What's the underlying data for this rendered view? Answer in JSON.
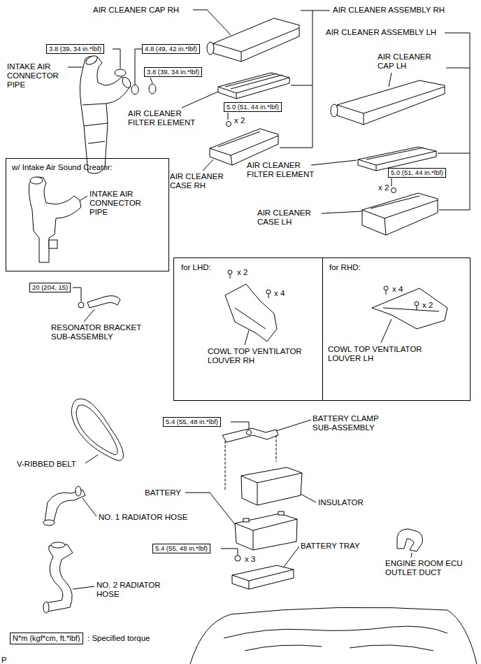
{
  "diagram": {
    "nodes": [
      {
        "text": [
          "3.8 (39, 34 in.*lbf)"
        ]
      },
      {
        "text": [
          "4.8 (49, 42 in.*lbf)"
        ]
      },
      {
        "text": [
          "3.8 (39, 34 in.*lbf)"
        ]
      },
      {
        "text": [
          "5.0 (51, 44 in.*lbf)"
        ]
      },
      {
        "text": [
          "5.0 (51, 44 in.*lbf)"
        ]
      },
      {
        "text": [
          "w/ Intake Air Sound Creator:",
          "INTAKE AIR CONNECTOR PIPE"
        ]
      },
      {
        "text": [
          "20 (204, 15)"
        ]
      },
      {
        "text": [
          "for LHD:",
          "x 2",
          "x 4",
          "COWL TOP VENTILATOR LOUVER RH"
        ]
      },
      {
        "text": [
          "for RHD:",
          "x 4",
          "x 2",
          "COWL TOP VENTILATOR LOUVER LH"
        ]
      },
      {
        "text": [
          "5.4 (55, 48 in.*lbf)"
        ]
      },
      {
        "text": [
          "5.4 (55, 48 in.*lbf)"
        ]
      },
      {
        "text": [
          "N*m (kgf*cm, ft.*lbf)"
        ]
      }
    ],
    "labels": [
      "AIR CLEANER CAP RH",
      "AIR CLEANER ASSEMBLY RH",
      "AIR CLEANER ASSEMBLY LH",
      "INTAKE AIR CONNECTOR PIPE",
      "AIR CLEANER CAP LH",
      "AIR CLEANER FILTER ELEMENT",
      "x 2",
      "AIR CLEANER CASE RH",
      "AIR CLEANER FILTER ELEMENT",
      "x 2",
      "AIR CLEANER CASE LH",
      "RESONATOR BRACKET SUB-ASSEMBLY",
      "V-RIBBED BELT",
      "BATTERY CLAMP SUB-ASSEMBLY",
      "BATTERY",
      "INSULATOR",
      "NO. 1 RADIATOR HOSE",
      "x 3",
      "BATTERY TRAY",
      "NO. 2 RADIATOR HOSE",
      "ENGINE ROOM ECU OUTLET DUCT",
      "P"
    ],
    "legend": [
      {
        "text": ": Specified torque"
      }
    ]
  }
}
